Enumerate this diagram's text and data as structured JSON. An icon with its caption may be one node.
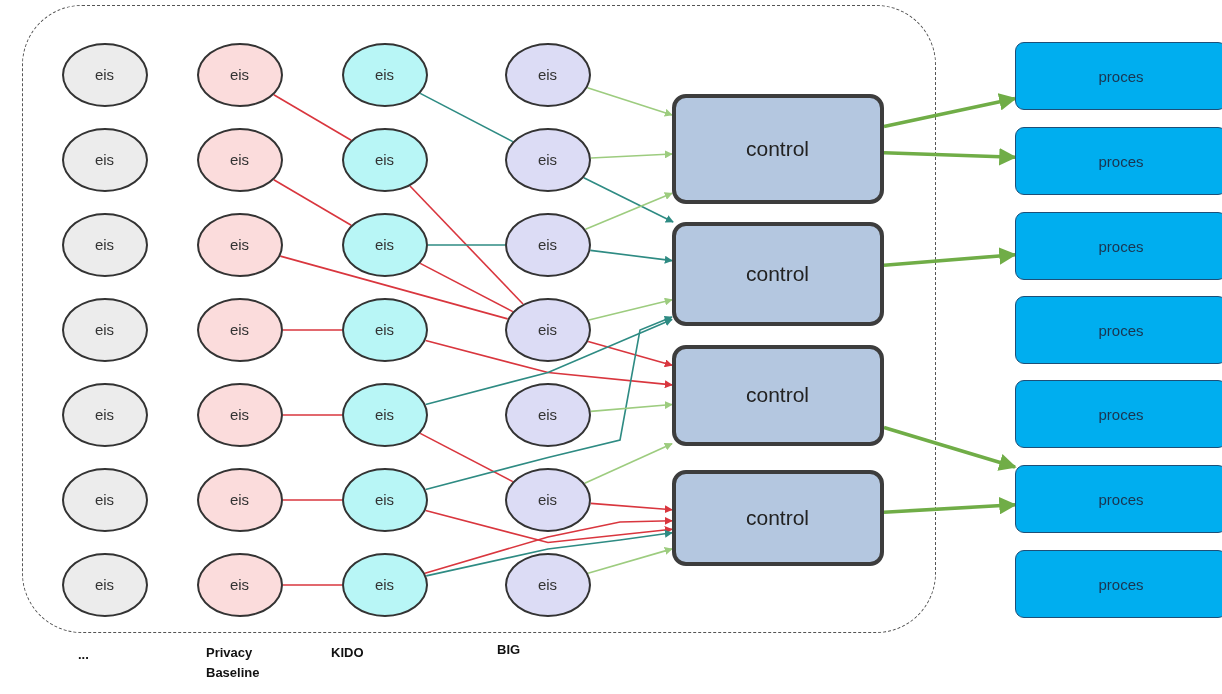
{
  "diagram": {
    "nodes": [
      {
        "text": [],
        "shape": "box"
      },
      {
        "text": [
          "eis"
        ],
        "in": 0
      },
      {
        "text": [
          "eis"
        ],
        "in": 0
      },
      {
        "text": [
          "eis"
        ],
        "in": 0
      },
      {
        "text": [
          "eis"
        ],
        "in": 0
      },
      {
        "text": [
          "eis"
        ],
        "in": 0
      },
      {
        "text": [
          "eis"
        ],
        "in": 0
      },
      {
        "text": [
          "eis"
        ],
        "in": 0
      },
      {
        "text": [
          "eis"
        ],
        "in": 0
      },
      {
        "text": [
          "eis"
        ],
        "in": 0
      },
      {
        "text": [
          "eis"
        ],
        "in": 0
      },
      {
        "text": [
          "eis"
        ],
        "in": 0
      },
      {
        "text": [
          "eis"
        ],
        "in": 0
      },
      {
        "text": [
          "eis"
        ],
        "in": 0
      },
      {
        "text": [
          "eis"
        ],
        "in": 0
      },
      {
        "text": [
          "eis"
        ],
        "in": 0
      },
      {
        "text": [
          "eis"
        ],
        "in": 0
      },
      {
        "text": [
          "eis"
        ],
        "in": 0
      },
      {
        "text": [
          "eis"
        ],
        "in": 0
      },
      {
        "text": [
          "eis"
        ],
        "in": 0
      },
      {
        "text": [
          "eis"
        ],
        "in": 0
      },
      {
        "text": [
          "eis"
        ],
        "in": 0
      },
      {
        "text": [
          "eis"
        ],
        "in": 0
      },
      {
        "text": [
          "eis"
        ],
        "in": 0
      },
      {
        "text": [
          "eis"
        ],
        "in": 0
      },
      {
        "text": [
          "eis"
        ],
        "in": 0
      },
      {
        "text": [
          "eis"
        ],
        "in": 0
      },
      {
        "text": [
          "eis"
        ],
        "in": 0
      },
      {
        "text": [
          "eis"
        ],
        "in": 0
      },
      {
        "text": [
          "control"
        ],
        "in": 0
      },
      {
        "text": [
          "control"
        ],
        "in": 0
      },
      {
        "text": [
          "control"
        ],
        "in": 0
      },
      {
        "text": [
          "control"
        ],
        "in": 0
      },
      {
        "text": [
          "proces"
        ]
      },
      {
        "text": [
          "proces"
        ]
      },
      {
        "text": [
          "proces"
        ]
      },
      {
        "text": [
          "proces"
        ]
      },
      {
        "text": [
          "proces"
        ]
      },
      {
        "text": [
          "proces"
        ]
      },
      {
        "text": [
          "proces"
        ]
      }
    ],
    "edges": [
      {
        "from": 8,
        "to": 16,
        "arrow": "none",
        "color": "#d9363e"
      },
      {
        "from": 16,
        "to": 25,
        "arrow": "none",
        "color": "#d9363e"
      },
      {
        "from": 9,
        "to": 17,
        "arrow": "none",
        "color": "#d9363e"
      },
      {
        "from": 17,
        "to": 25,
        "arrow": "none",
        "color": "#d9363e"
      },
      {
        "from": 10,
        "to": 25,
        "arrow": "none",
        "color": "#d9363e"
      },
      {
        "from": 25,
        "to": 31,
        "arrow": "to",
        "color": "#d9363e"
      },
      {
        "from": 11,
        "to": 18,
        "arrow": "none",
        "color": "#d9363e"
      },
      {
        "from": 18,
        "to": 31,
        "arrow": "to",
        "color": "#d9363e"
      },
      {
        "from": 12,
        "to": 19,
        "arrow": "none",
        "color": "#d9363e"
      },
      {
        "from": 19,
        "to": 27,
        "arrow": "none",
        "color": "#d9363e"
      },
      {
        "from": 27,
        "to": 32,
        "arrow": "to",
        "color": "#d9363e"
      },
      {
        "from": 13,
        "to": 20,
        "arrow": "none",
        "color": "#d9363e"
      },
      {
        "from": 20,
        "to": 32,
        "arrow": "to",
        "color": "#d9363e"
      },
      {
        "from": 14,
        "to": 21,
        "arrow": "none",
        "color": "#d9363e"
      },
      {
        "from": 21,
        "to": 32,
        "arrow": "to",
        "color": "#d9363e"
      },
      {
        "from": 15,
        "to": 23,
        "arrow": "none",
        "color": "#2e8b83"
      },
      {
        "from": 23,
        "to": 30,
        "arrow": "to",
        "color": "#2e8b83"
      },
      {
        "from": 17,
        "to": 24,
        "arrow": "none",
        "color": "#2e8b83"
      },
      {
        "from": 24,
        "to": 30,
        "arrow": "to",
        "color": "#2e8b83"
      },
      {
        "from": 19,
        "to": 30,
        "arrow": "to",
        "color": "#2e8b83"
      },
      {
        "from": 20,
        "to": 30,
        "arrow": "to",
        "color": "#2e8b83"
      },
      {
        "from": 21,
        "to": 32,
        "arrow": "to",
        "color": "#2e8b83"
      },
      {
        "from": 22,
        "to": 29,
        "arrow": "to",
        "color": "#9dcc7f"
      },
      {
        "from": 23,
        "to": 29,
        "arrow": "to",
        "color": "#9dcc7f"
      },
      {
        "from": 24,
        "to": 29,
        "arrow": "to",
        "color": "#9dcc7f"
      },
      {
        "from": 25,
        "to": 30,
        "arrow": "to",
        "color": "#9dcc7f"
      },
      {
        "from": 26,
        "to": 31,
        "arrow": "to",
        "color": "#9dcc7f"
      },
      {
        "from": 27,
        "to": 31,
        "arrow": "to",
        "color": "#9dcc7f"
      },
      {
        "from": 28,
        "to": 32,
        "arrow": "to",
        "color": "#9dcc7f"
      },
      {
        "from": 29,
        "to": 33,
        "arrow": "to",
        "style": "thick",
        "color": "#70ad47"
      },
      {
        "from": 29,
        "to": 34,
        "arrow": "to",
        "style": "thick",
        "color": "#70ad47"
      },
      {
        "from": 30,
        "to": 35,
        "arrow": "to",
        "style": "thick",
        "color": "#70ad47"
      },
      {
        "from": 31,
        "to": 38,
        "arrow": "to",
        "style": "thick",
        "color": "#70ad47"
      },
      {
        "from": 32,
        "to": 38,
        "arrow": "to",
        "style": "thick",
        "color": "#70ad47"
      }
    ],
    "labels": [
      "...",
      "Privacy Baseline",
      "KIDO",
      "BIG"
    ]
  }
}
